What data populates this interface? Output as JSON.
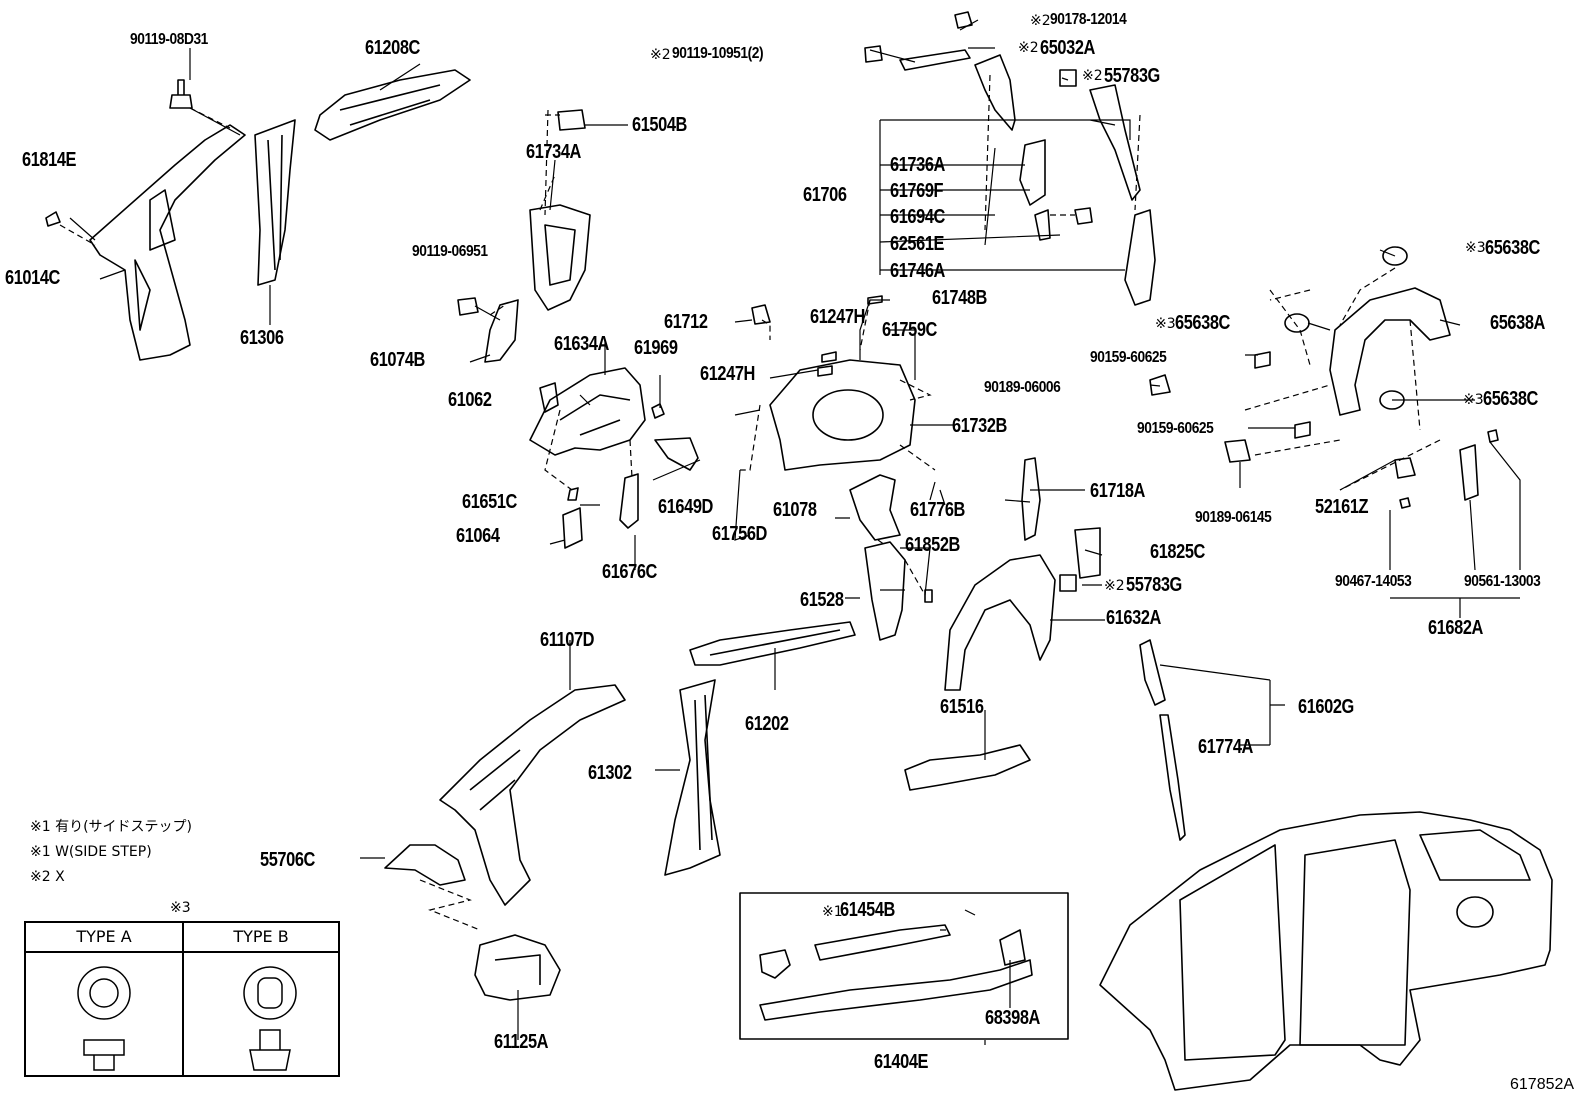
{
  "diagram": {
    "ref_code": "617852A",
    "part_labels": {
      "p90119_08D31": "90119-08D31",
      "p61208C": "61208C",
      "p61814E": "61814E",
      "p61014C": "61014C",
      "p61306": "61306",
      "p61504B": "61504B",
      "p61734A": "61734A",
      "p90119_06951": "90119-06951",
      "p61074B": "61074B",
      "p90178_12014": "90178-12014",
      "p90119_10951": "90119-10951(2)",
      "p65032A": "65032A",
      "p55783G_top": "55783G",
      "p61736A": "61736A",
      "p61769F": "61769F",
      "p61706": "61706",
      "p61694C": "61694C",
      "p62561E": "62561E",
      "p61746A": "61746A",
      "p65638C_top": "65638C",
      "p61748B": "61748B",
      "p61712": "61712",
      "p61247H_a": "61247H",
      "p61759C": "61759C",
      "p65638C_mid": "65638C",
      "p65638A": "65638A",
      "p61634A": "61634A",
      "p61969": "61969",
      "p61247H_b": "61247H",
      "p90159_60625_a": "90159-60625",
      "p90189_06006": "90189-06006",
      "p65638C_low": "65638C",
      "p61062": "61062",
      "p61732B": "61732B",
      "p90159_60625_b": "90159-60625",
      "p61718A": "61718A",
      "p61651C": "61651C",
      "p61649D": "61649D",
      "p61078": "61078",
      "p61776B": "61776B",
      "p52161Z": "52161Z",
      "p90189_06145": "90189-06145",
      "p61064": "61064",
      "p61756D": "61756D",
      "p61852B": "61852B",
      "p61825C": "61825C",
      "p61676C": "61676C",
      "p55783G_low": "55783G",
      "p90467_14053": "90467-14053",
      "p90561_13003": "90561-13003",
      "p61528": "61528",
      "p61632A": "61632A",
      "p61682A": "61682A",
      "p61107D": "61107D",
      "p61202": "61202",
      "p61516": "61516",
      "p61602G": "61602G",
      "p61774A": "61774A",
      "p61302": "61302",
      "p55706C": "55706C",
      "p61454B": "61454B",
      "p68398A": "68398A",
      "p61125A": "61125A",
      "p61404E": "61404E"
    },
    "markers": {
      "m2": "※2",
      "m3": "※3",
      "m1": "※1"
    },
    "legend": {
      "line1": "※1 有り(サイドステップ)",
      "line2": "※1 W(SIDE STEP)",
      "line3": "※2 X",
      "type_marker": "※3",
      "type_a": "TYPE A",
      "type_b": "TYPE B"
    }
  }
}
